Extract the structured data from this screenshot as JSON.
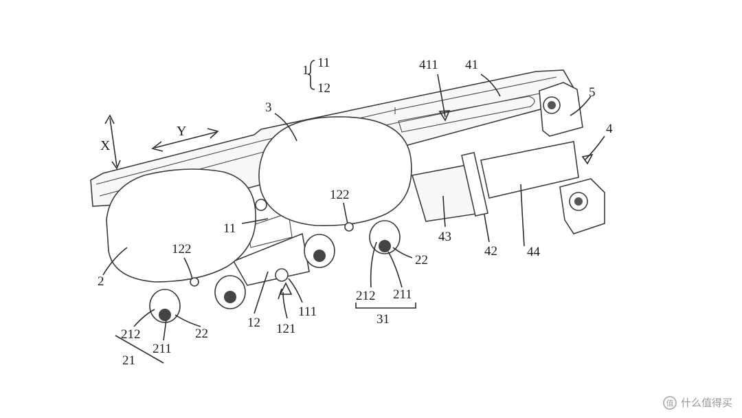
{
  "figure": {
    "legend_group": {
      "ref": "1",
      "members": [
        "11",
        "12"
      ]
    },
    "axes": {
      "x": "X",
      "y": "Y"
    },
    "labels": {
      "l411": "411",
      "l41": "41",
      "l5": "5",
      "l4": "4",
      "l3": "3",
      "l2": "2",
      "l11": "11",
      "l122a": "122",
      "l122b": "122",
      "l43": "43",
      "l42": "42",
      "l44": "44",
      "l22a": "22",
      "l22b": "22",
      "l212a": "212",
      "l211a": "211",
      "l212b": "212",
      "l211b": "211",
      "l21": "21",
      "l31": "31",
      "l12": "12",
      "l121": "121",
      "l111": "111"
    }
  },
  "watermark": {
    "text": "什么值得买",
    "logo_text": "值"
  }
}
